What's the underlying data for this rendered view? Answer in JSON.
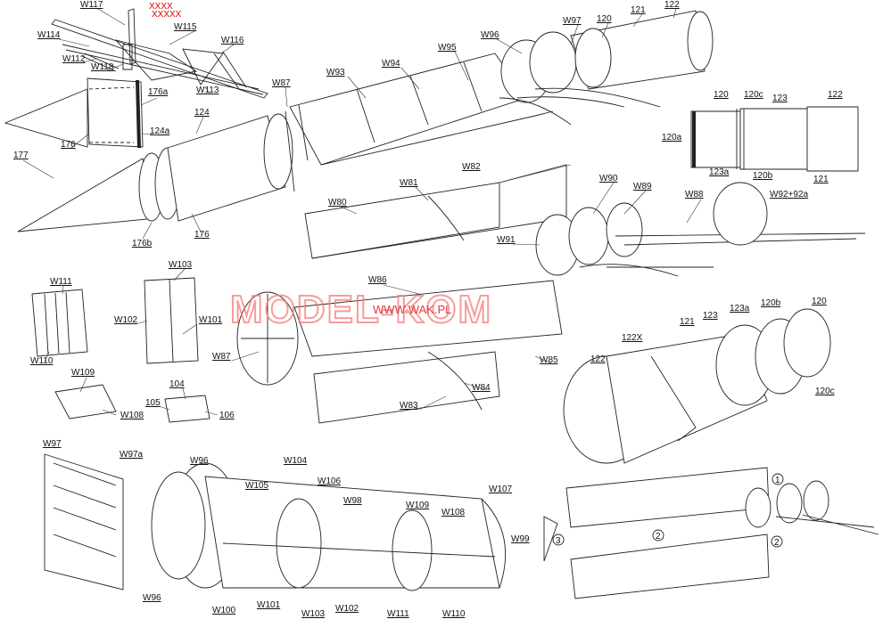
{
  "watermark": {
    "brand": "MODEL-KOM",
    "url": "WWW.WAK.PL"
  },
  "red_marks": [
    "XXXX",
    "XXXXX"
  ],
  "circled_steps": [
    "1",
    "2",
    "2",
    "3"
  ],
  "labels": {
    "W117": "W117",
    "W114": "W114",
    "W115": "W115",
    "W116": "W116",
    "W112": "W112",
    "W118": "W118",
    "W113": "W113",
    "176a": "176a",
    "176": "176",
    "124a": "124a",
    "124": "124",
    "177": "177",
    "176b": "176b",
    "176_2": "176",
    "W87": "W87",
    "W93": "W93",
    "W94": "W94",
    "W95": "W95",
    "W96": "W96",
    "W97": "W97",
    "120": "120",
    "121": "121",
    "122": "122",
    "120_r": "120",
    "120c": "120c",
    "123": "123",
    "122_r": "122",
    "120a": "120a",
    "123a": "123a",
    "120b": "120b",
    "121_r": "121",
    "W80": "W80",
    "W81": "W81",
    "W82": "W82",
    "W90": "W90",
    "W89": "W89",
    "W88": "W88",
    "W92": "W92+92a",
    "W91": "W91",
    "W111": "W111",
    "W103": "W103",
    "W102": "W102",
    "W101": "W101",
    "W110": "W110",
    "W86": "W86",
    "W87b": "W87",
    "W83": "W83",
    "W84": "W84",
    "W85": "W85",
    "123_b": "123",
    "123a_b": "123a",
    "120b_b": "120b",
    "120_b": "120",
    "121_b": "121",
    "122X": "122X",
    "122_b": "122",
    "120c_b": "120c",
    "W109": "W109",
    "W108": "W108",
    "104": "104",
    "105": "105",
    "106": "106",
    "W97b": "W97",
    "W97a": "W97a",
    "W96b": "W96",
    "W104": "W104",
    "W105": "W105",
    "W106": "W106",
    "W98": "W98",
    "W109b": "W109",
    "W108b": "W108",
    "W107": "W107",
    "W99": "W99",
    "W96c": "W96",
    "W100": "W100",
    "W101b": "W101",
    "W103b": "W103",
    "W102b": "W102",
    "W111b": "W111",
    "W110b": "W110"
  }
}
